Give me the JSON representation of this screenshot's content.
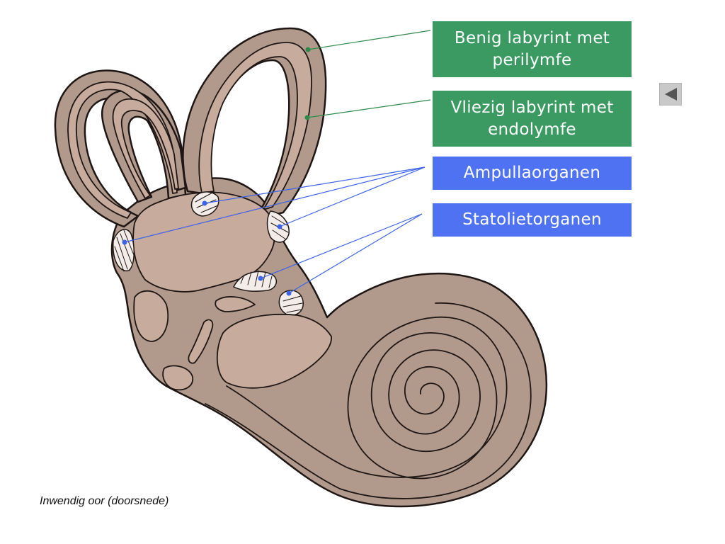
{
  "labels": {
    "benig_line1": "Benig labyrint met",
    "benig_line2": "perilymfe",
    "vliezig_line1": "Vliezig labyrint met",
    "vliezig_line2": "endolymfe",
    "ampulla": "Ampullaorganen",
    "statoliet": "Statolietorganen"
  },
  "caption": "Inwendig oor (doorsnede)",
  "colors": {
    "green_box": "#3a9a62",
    "blue_box": "#4f72f2",
    "green_line": "#2f8a4a",
    "blue_line": "#3d63e8",
    "bone": "#b19a8c",
    "membrane": "#c7ab9c",
    "outline": "#1e1614"
  },
  "icons": {
    "nav": "triangle-left-icon"
  }
}
